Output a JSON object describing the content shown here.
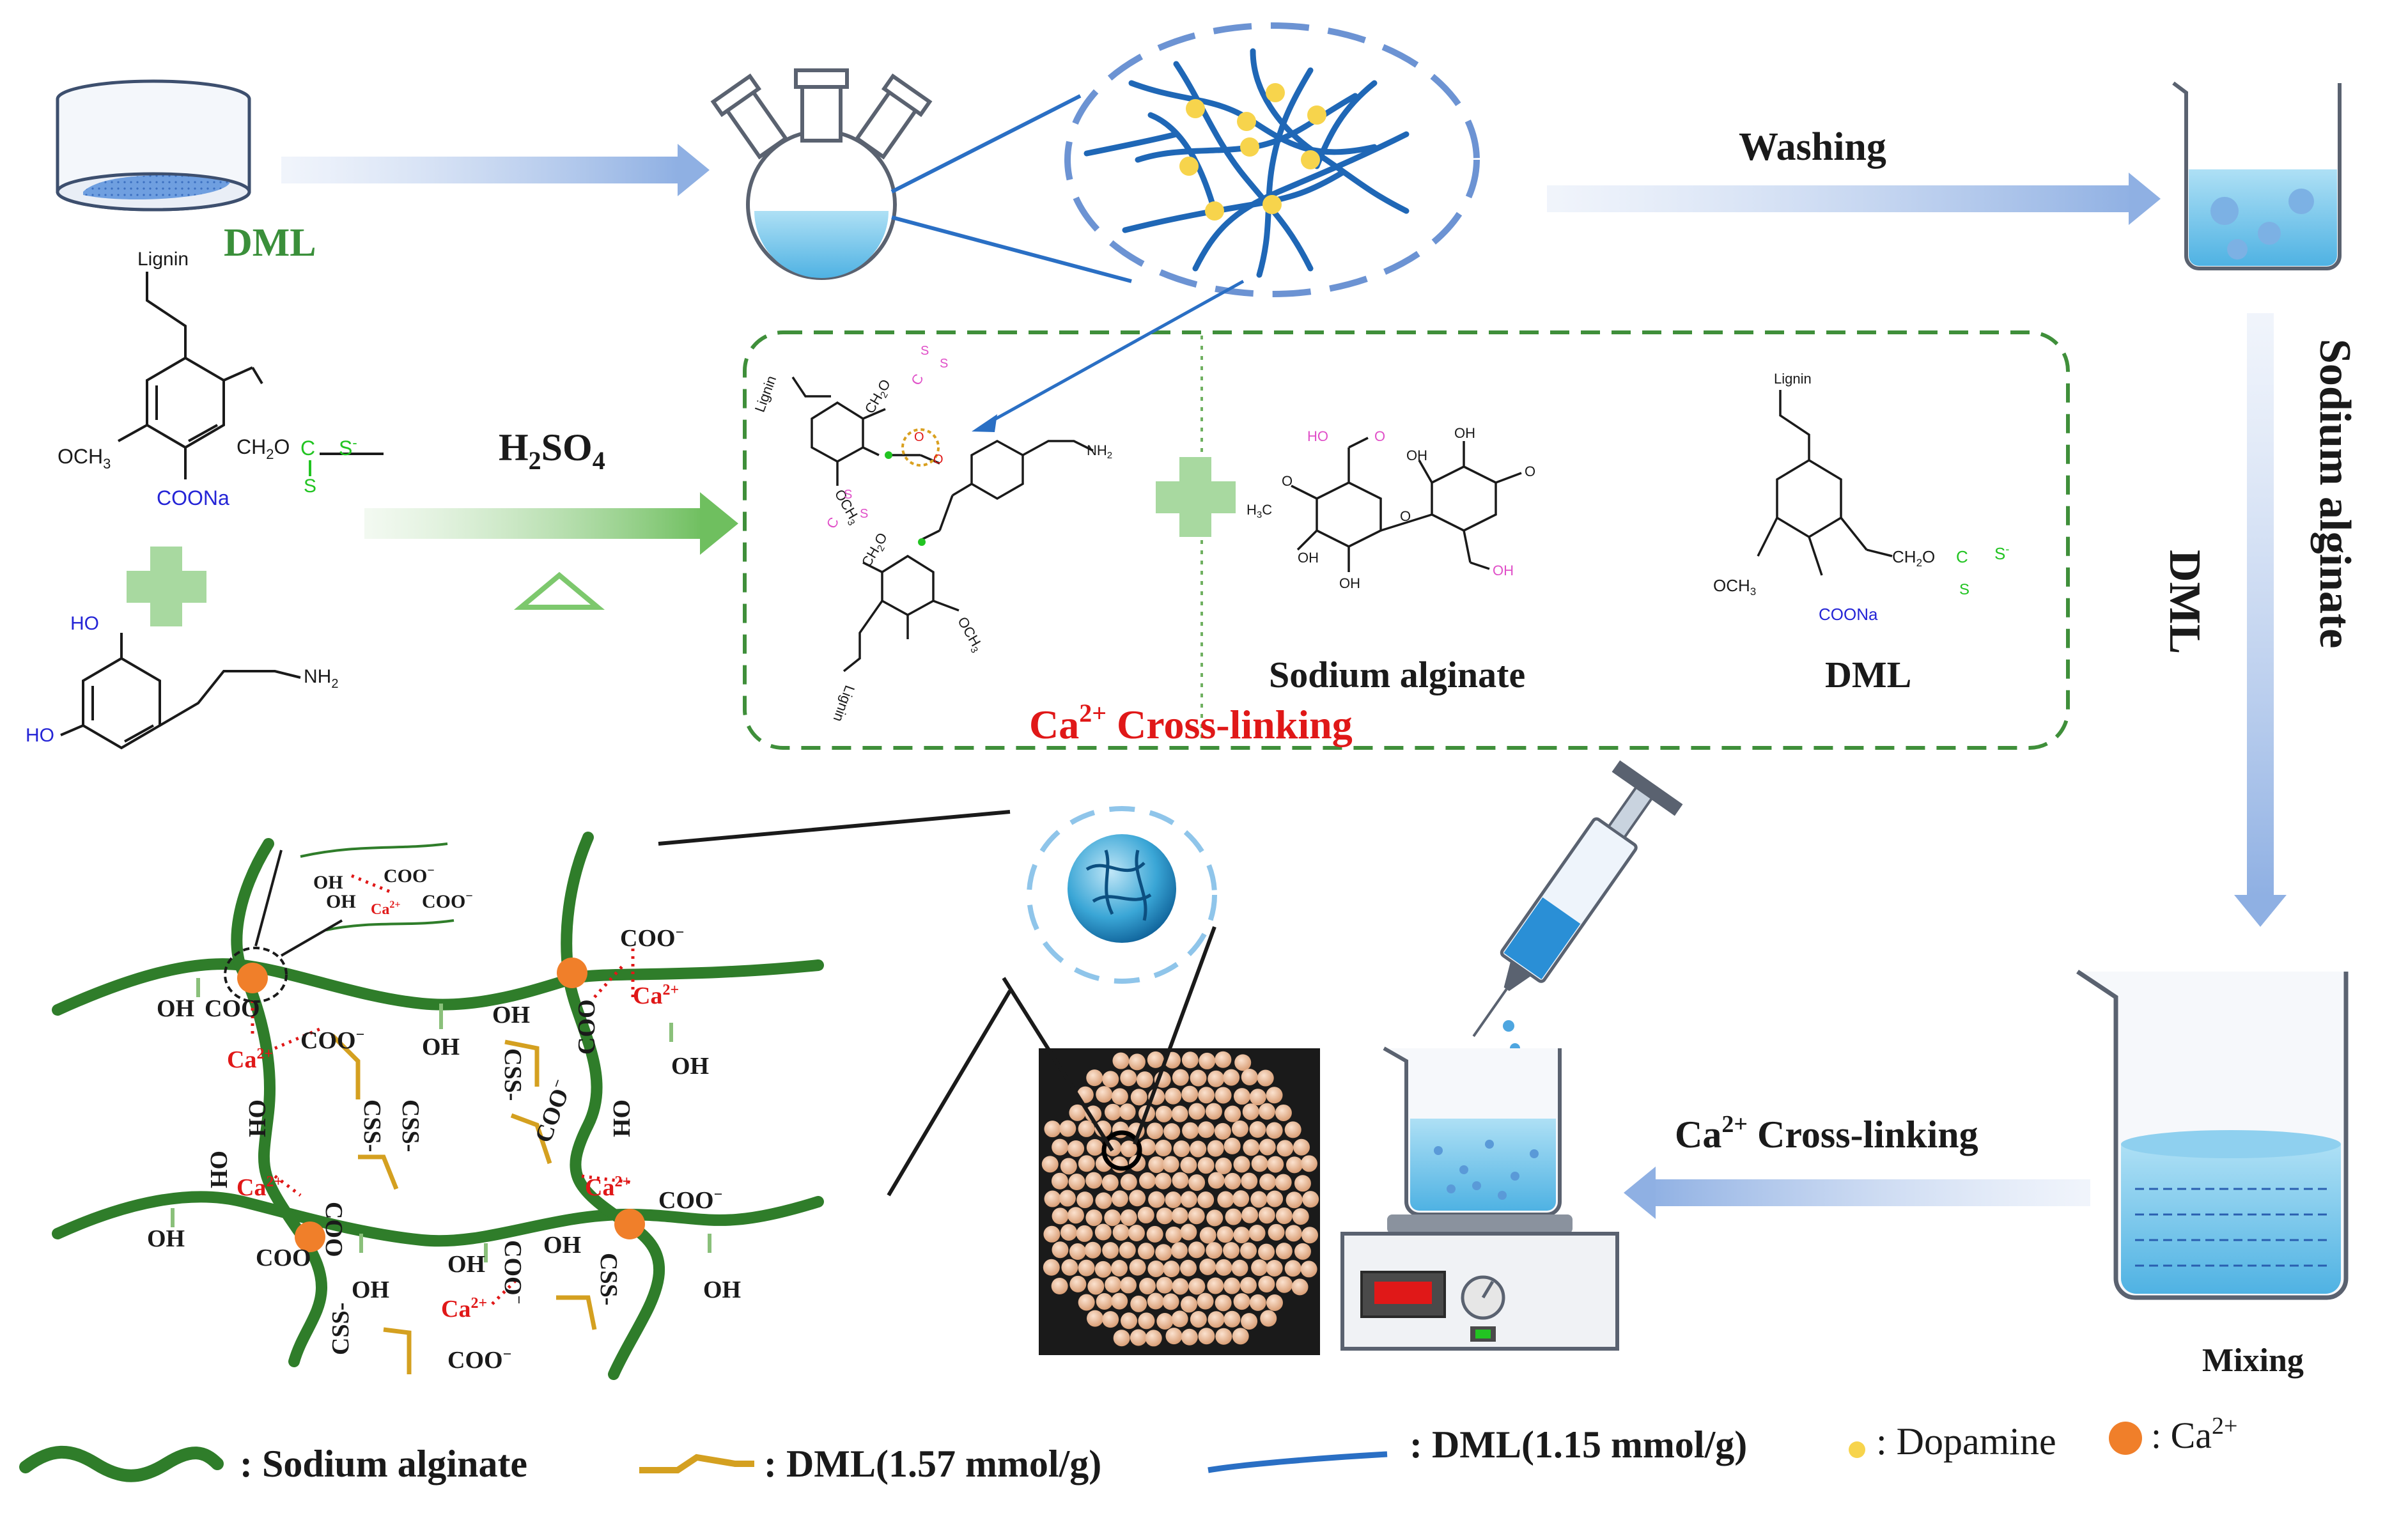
{
  "labels": {
    "dml_top": "DML",
    "washing": "Washing",
    "h2so4": "H",
    "h2so4_sub": "2",
    "h2so4_rest": "SO",
    "h2so4_sub2": "4",
    "sodium_alginate_vertical": "Sodium alginate",
    "dml_vertical": "DML",
    "sodium_alginate_box": "Sodium alginate",
    "dml_box": "DML",
    "ca_crosslink_box": "Ca",
    "ca_crosslink_box_sup": "2+",
    "ca_crosslink_box_rest": " Cross-linking",
    "ca_crosslink_arrow": "Ca",
    "ca_crosslink_arrow_sup": "2+",
    "ca_crosslink_arrow_rest": " Cross-linking",
    "mixing": "Mixing"
  },
  "chem": {
    "lignin": "Lignin",
    "och3": "OCH",
    "och3_sub": "3",
    "ch2o": "CH",
    "ch2o_sub": "2",
    "ch2o_rest": "O",
    "c": "C",
    "s": "S",
    "s_minus": "S",
    "s_minus_sup": "-",
    "coona": "COONa",
    "ho": "HO",
    "nh2": "NH",
    "nh2_sub": "2",
    "oh": "OH",
    "h3c": "H",
    "h3c_sub": "3",
    "h3c_rest": "C",
    "o": "O"
  },
  "network": {
    "oh": "OH",
    "coo": "COO",
    "coo_sup": "−",
    "ca": "Ca",
    "ca_sup": "2+",
    "css": "CSS-"
  },
  "legend": {
    "sodium_alginate": ": Sodium alginate",
    "dml_157": ": DML(1.57 mmol/g)",
    "dml_115": ": DML(1.15 mmol/g)",
    "dopamine": ": Dopamine",
    "ca": ": Ca",
    "ca_sup": "2+"
  },
  "colors": {
    "alginate_green": "#2f7d2a",
    "dml_gold": "#d4a020",
    "dml_blue": "#2a6fc4",
    "dopamine_yellow": "#f7d44c",
    "ca_orange": "#f07f2a",
    "cross_red": "#e01818",
    "dml_green": "#3a8f3a",
    "box_green": "#3f8f3a"
  }
}
